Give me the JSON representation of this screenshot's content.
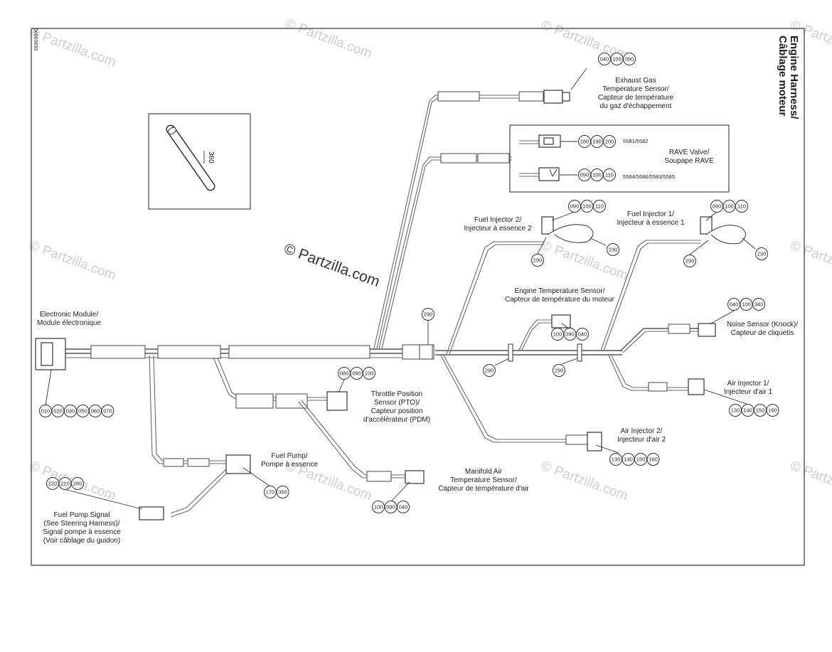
{
  "title": {
    "line1": "Engine Harness/",
    "line2": "Câblage moteur"
  },
  "doc_code": "06660650",
  "watermarks": [
    "© Partzilla.com",
    "© Partzilla.com"
  ],
  "inset_part": "360",
  "rave_variants": {
    "top": "5581/5582",
    "bottom": "5584/5586/5583/5585"
  },
  "labels": {
    "exhaust": [
      "Exhaust Gas",
      "Temperature Sensor/",
      "Capteur de température",
      "du gaz d'échappement"
    ],
    "rave": [
      "RAVE Valve/",
      "Soupape RAVE"
    ],
    "inj2": [
      "Fuel Injector 2/",
      "Injecteur à essence 2"
    ],
    "inj1": [
      "Fuel Injector 1/",
      "Injecteur à essence 1"
    ],
    "engtemp": [
      "Engine Temperature Sensor/",
      "Capteur de température du moteur"
    ],
    "knock": [
      "Noise Sensor (Knock)/",
      "Capteur de cliquetis"
    ],
    "module": [
      "Electronic Module/",
      "Module électronique"
    ],
    "tps": [
      "Throttle Position",
      "Sensor (PTO)/",
      "Capteur position",
      "d'accélérateur (PDM)"
    ],
    "airinj1": [
      "Air Injector 1/",
      "Injecteur d'air 1"
    ],
    "airinj2": [
      "Air Injector 2/",
      "Injecteur d'air 2"
    ],
    "fuelpump": [
      "Fuel Pump/",
      "Pompe à essence"
    ],
    "manifold": [
      "Manifold Air",
      "Temperature Sensor/",
      "Capteur de température d'air"
    ],
    "fpsignal": [
      "Fuel Pump Signal",
      "(See Steering Harness)/",
      "Signal pompe à essence",
      "(Voir câblage du guidon)"
    ]
  },
  "callouts": {
    "exhaust": [
      "040",
      "100",
      "090"
    ],
    "rave_top": [
      "180",
      "190",
      "200"
    ],
    "rave_bottom": [
      "090",
      "100",
      "110"
    ],
    "inj2": [
      "090",
      "100",
      "110"
    ],
    "inj2_clip": "290",
    "inj2_hose": "230",
    "inj1": [
      "090",
      "100",
      "110"
    ],
    "inj1_clip": "290",
    "inj1_hose": "230",
    "knock": [
      "040",
      "100",
      "340"
    ],
    "engtemp": [
      "100",
      "090",
      "040"
    ],
    "tie_center": "290",
    "tie_left": "290",
    "tie_right": "290",
    "tps": [
      "080",
      "090",
      "100"
    ],
    "module": [
      "010",
      "020",
      "030",
      "050",
      "060",
      "070"
    ],
    "airinj1": [
      "130",
      "140",
      "150",
      "160"
    ],
    "airinj2": [
      "130",
      "140",
      "150",
      "160"
    ],
    "fuelpump": [
      "170",
      "350"
    ],
    "fpsignal": [
      "220",
      "210",
      "280"
    ],
    "manifold": [
      "100",
      "090",
      "040"
    ]
  }
}
